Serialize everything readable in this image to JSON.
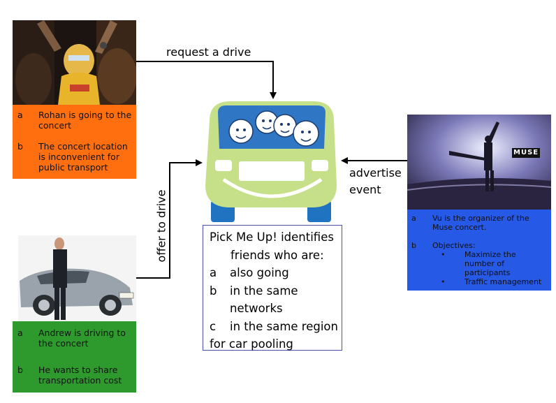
{
  "colors": {
    "rohan_card": "#ff6f10",
    "andrew_card": "#2e9a2e",
    "vu_card": "#2659e6",
    "car_body": "#c6e08a",
    "car_window": "#2f77c4",
    "wheel": "#1f73c0",
    "arrow": "#000000",
    "center_border": "#4a4fb0"
  },
  "labels": {
    "request_drive": "request a drive",
    "offer_drive": "offer to drive",
    "advertise_line1": "advertise",
    "advertise_line2": "event"
  },
  "rohan": {
    "items": [
      {
        "key": "a",
        "text": "Rohan is going to the concert"
      },
      {
        "key": "b",
        "text": "The concert location is inconvenient for public transport"
      }
    ]
  },
  "andrew": {
    "items": [
      {
        "key": "a",
        "text": "Andrew is driving to the concert"
      },
      {
        "key": "b",
        "text": "He wants to share transportation cost"
      }
    ]
  },
  "vu": {
    "banner": "MUSE",
    "item_a_key": "a",
    "item_a_text": "Vu is the organizer of the Muse concert.",
    "item_b_key": "b",
    "item_b_text": "Objectives:",
    "bullet": "•",
    "bullets": [
      "Maximize the number of participants",
      "Traffic management"
    ]
  },
  "center": {
    "line1": "Pick Me Up! identifies",
    "line2": "friends who are:",
    "items": [
      {
        "key": "a",
        "text": "also going"
      },
      {
        "key": "b",
        "text": "in the same"
      },
      {
        "key": "",
        "text": "networks"
      },
      {
        "key": "c",
        "text": "in the same region"
      }
    ],
    "footer": "for car pooling"
  }
}
